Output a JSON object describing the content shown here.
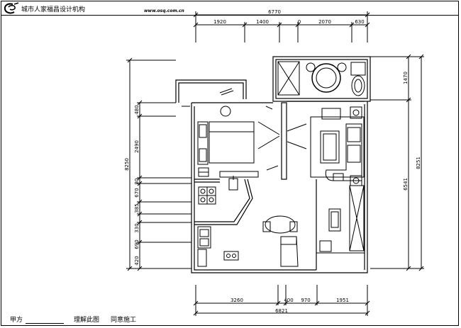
{
  "header": {
    "company": "城市人家福昌设计机构",
    "website": "www.osq.com.cn"
  },
  "dimensions": {
    "top_total": "6770",
    "top_segments": [
      "1920",
      "1400",
      "0",
      "2070",
      "630"
    ],
    "bottom_total": "6821",
    "bottom_segments": [
      "3260",
      "400",
      "970",
      "1951"
    ],
    "left_total": "8250",
    "left_segments": [
      "480",
      "2490",
      "80",
      "670",
      "385",
      "330",
      "690",
      "420"
    ],
    "right_total": "8251",
    "right_segments": [
      "1470",
      "6541"
    ]
  },
  "footer": {
    "party_a": "甲方",
    "confirm": "理解此图",
    "agree": "同意施工"
  }
}
